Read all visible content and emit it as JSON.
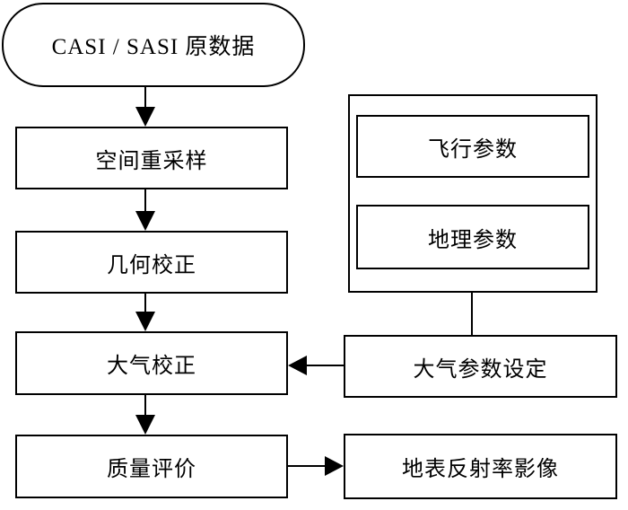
{
  "colors": {
    "line": "#000000",
    "background": "#ffffff",
    "box_fill": "#ffffff"
  },
  "nodes": {
    "source": {
      "label": "CASI / SASI 原数据"
    },
    "resample": {
      "label": "空间重采样"
    },
    "geometric": {
      "label": "几何校正"
    },
    "atmospheric": {
      "label": "大气校正"
    },
    "quality": {
      "label": "质量评价"
    },
    "flight_params": {
      "label": "飞行参数"
    },
    "geo_params": {
      "label": "地理参数"
    },
    "atm_settings": {
      "label": "大气参数设定"
    },
    "reflectance": {
      "label": "地表反射率影像"
    }
  }
}
